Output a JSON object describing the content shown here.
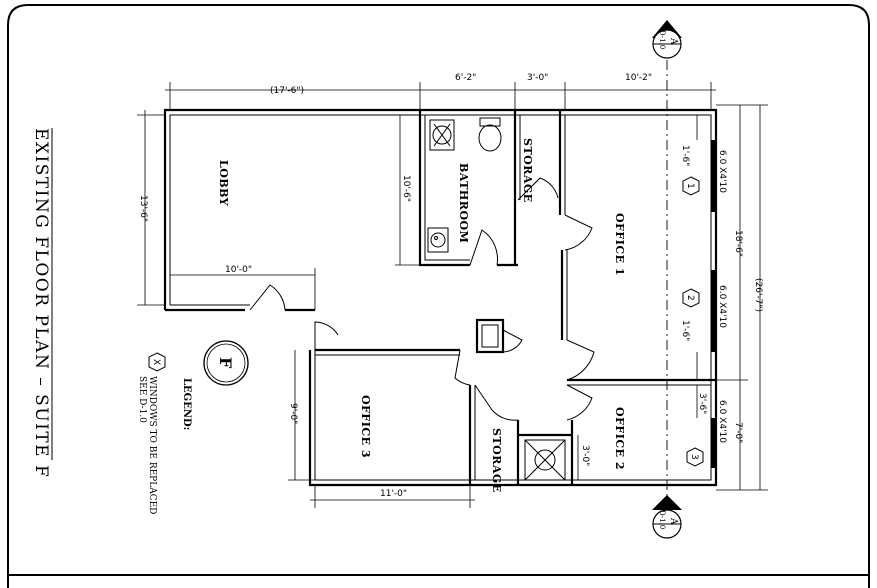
{
  "title": "EXISTING FLOOR PLAN – SUITE F",
  "rooms": {
    "lobby": "LOBBY",
    "bathroom": "BATHROOM",
    "storage_top": "STORAGE",
    "office1": "OFFICE 1",
    "office2": "OFFICE 2",
    "office3": "OFFICE 3",
    "storage_bottom": "STORAGE"
  },
  "dimensions": {
    "lobby_width": "(17'-6\")",
    "bathroom_width": "6'-2\"",
    "storage_width": "3'-0\"",
    "office1_width": "10'-2\"",
    "left_height": "13'-6\"",
    "bath_height": "10'-6\"",
    "lobby_inner": "10'-0\"",
    "office3_height": "9'-0\"",
    "office3_width": "11'-0\"",
    "right_total": "(26'-7\")",
    "office1_height": "18'-6\"",
    "office2_height": "7'-0\"",
    "win_offset_1": "1'-6\"",
    "win_offset_2": "1'-6\"",
    "win_offset_3": "3'-6\"",
    "closet": "3'-0\""
  },
  "windows": [
    {
      "tag": "1",
      "size": "6.0 X4'10"
    },
    {
      "tag": "2",
      "size": "6.0 X4'10"
    },
    {
      "tag": "3",
      "size": "6.0 X4'10"
    }
  ],
  "section_marker": {
    "letter": "A",
    "ref": "D-1.0"
  },
  "suite_marker": "F",
  "legend": {
    "heading": "LEGEND:",
    "symbol": "X",
    "line1": "WINDOWS TO BE REPLACED",
    "line2": "SEE D-1.0"
  }
}
